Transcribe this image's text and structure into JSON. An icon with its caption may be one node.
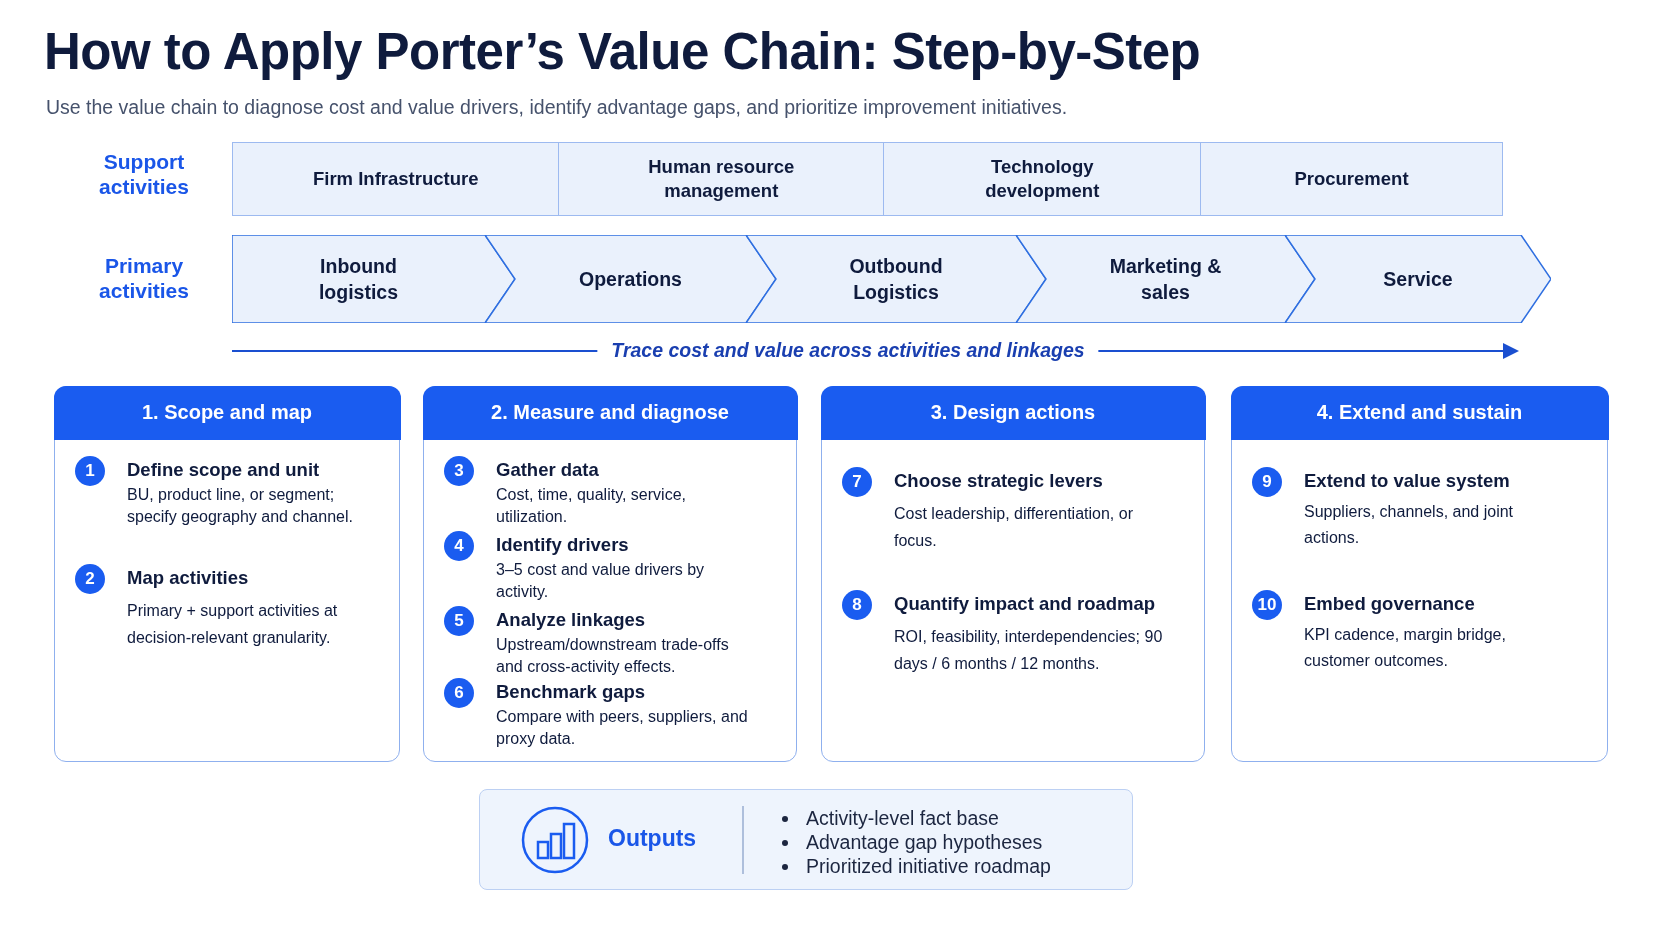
{
  "diagram": {
    "title": "How to Apply Porter’s Value Chain: Step-by-Step",
    "caption": "Use the value chain to diagnose cost and value drivers, identify advantage gaps, and prioritize improvement initiatives.",
    "nodes": [
      {
        "text": [
          "Firm Infrastructure"
        ]
      },
      {
        "text": [
          "Human resource management"
        ]
      },
      {
        "text": [
          "Technology development"
        ]
      },
      {
        "text": [
          "Procurement"
        ]
      },
      {
        "text": [
          "Inbound logistics"
        ]
      },
      {
        "text": [
          "Operations"
        ]
      },
      {
        "text": [
          "Outbound Logistics"
        ]
      },
      {
        "text": [
          "Marketing & sales"
        ]
      },
      {
        "text": [
          "Service"
        ]
      },
      {
        "text": [
          "1. Scope and map"
        ]
      },
      {
        "text": [
          "1",
          "Define scope and unit",
          "BU, product line, or segment; specify geography and channel."
        ],
        "in": 9
      },
      {
        "text": [
          "2",
          "Map activities",
          "Primary + support activities at decision-relevant granularity."
        ],
        "in": 9
      },
      {
        "text": [
          "2. Measure and diagnose"
        ]
      },
      {
        "text": [
          "3",
          "Gather data",
          "Cost, time, quality, service, utilization."
        ],
        "in": 12
      },
      {
        "text": [
          "4",
          "Identify drivers",
          "3–5 cost and value drivers by activity."
        ],
        "in": 12
      },
      {
        "text": [
          "5",
          "Analyze linkages",
          "Upstream/downstream trade-offs and cross-activity effects."
        ],
        "in": 12
      },
      {
        "text": [
          "6",
          "Benchmark gaps",
          "Compare with peers, suppliers, and proxy data."
        ],
        "in": 12
      },
      {
        "text": [
          "3. Design actions"
        ]
      },
      {
        "text": [
          "7",
          "Choose strategic levers",
          "Cost leadership, differentiation, or focus."
        ],
        "in": 17
      },
      {
        "text": [
          "8",
          "Quantify impact and roadmap",
          "ROI, feasibility, interdependencies; 90 days / 6 months / 12 months."
        ],
        "in": 17
      },
      {
        "text": [
          "4. Extend and sustain"
        ]
      },
      {
        "text": [
          "9",
          "Extend to value system",
          "Suppliers, channels, and joint actions."
        ],
        "in": 20
      },
      {
        "text": [
          "10",
          "Embed governance",
          "KPI cadence, margin bridge, customer outcomes."
        ],
        "in": 20
      },
      {
        "text": [
          "Outputs",
          "Activity-level fact base",
          "Advantage gap hypotheses",
          "Prioritized initiative roadmap"
        ]
      }
    ],
    "labels": [
      "Support activities",
      "Primary activities",
      "Trace cost and value across activities and linkages"
    ]
  }
}
